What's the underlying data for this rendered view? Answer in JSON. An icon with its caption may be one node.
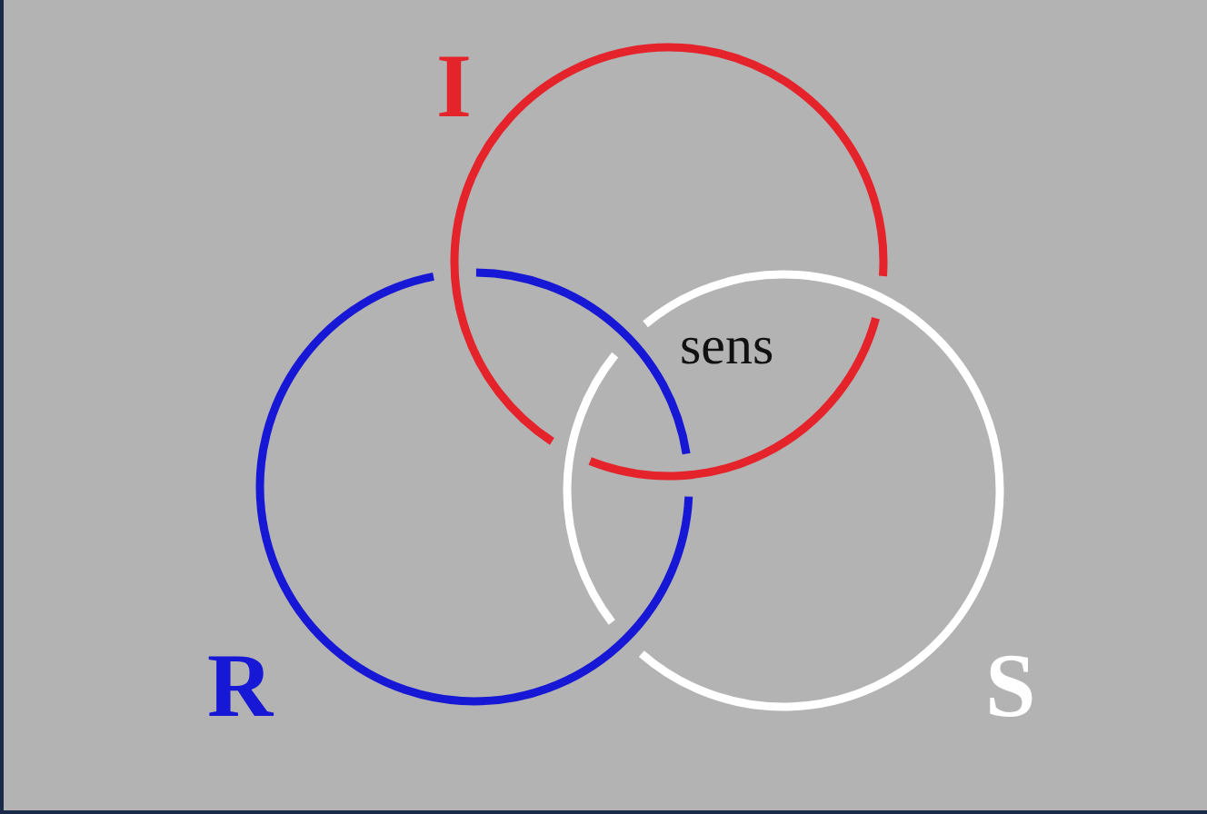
{
  "diagram": {
    "nodes": [
      {
        "text": [
          "I"
        ]
      },
      {
        "text": [
          "R"
        ]
      },
      {
        "text": [
          "S"
        ]
      }
    ],
    "labels": [
      "sens"
    ]
  }
}
